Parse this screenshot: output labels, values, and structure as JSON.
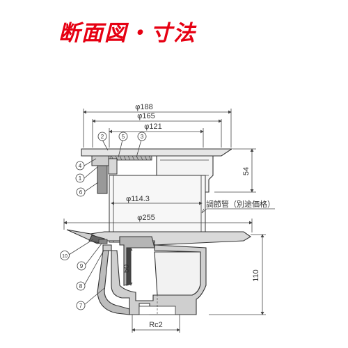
{
  "title": "断面図・寸法",
  "dimensions": {
    "d188": "φ188",
    "d165": "φ165",
    "d121": "φ121",
    "d114": "φ114.3",
    "d255": "φ255",
    "h54": "54",
    "h110": "110",
    "h50": "50",
    "rc": "Rc2"
  },
  "note": "調節管（別途価格）",
  "parts": [
    "1",
    "2",
    "3",
    "4",
    "5",
    "6",
    "7",
    "8",
    "9",
    "10"
  ],
  "colors": {
    "title": "#e60012",
    "line": "#333333",
    "fill": "#cfcfcf",
    "dark": "#555555"
  }
}
